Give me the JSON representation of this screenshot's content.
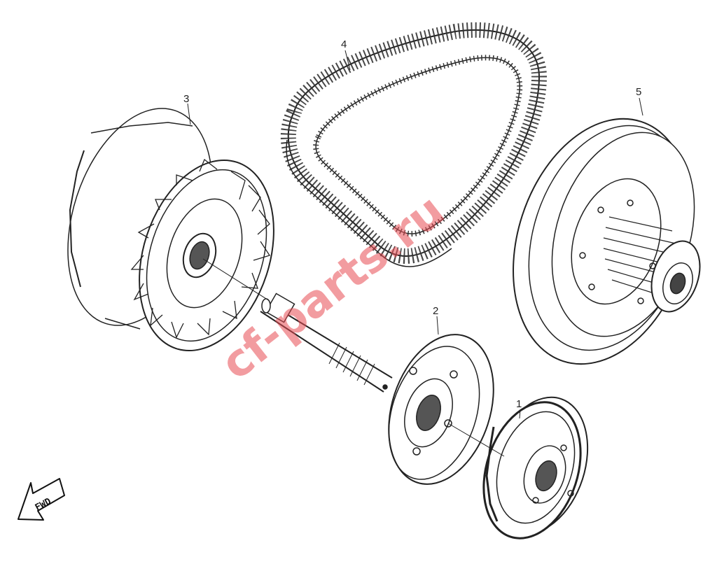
{
  "callouts": [
    {
      "number": "1",
      "part": "clutch-shoe-assembly"
    },
    {
      "number": "2",
      "part": "clutch-drum-with-shaft"
    },
    {
      "number": "3",
      "part": "drive-pulley-fan"
    },
    {
      "number": "4",
      "part": "drive-belt"
    },
    {
      "number": "5",
      "part": "driven-pulley"
    }
  ],
  "direction_label": "FWD",
  "watermark": "cf-parts.ru",
  "colors": {
    "line": "#222222",
    "watermark": "#e84a52",
    "background": "#ffffff"
  }
}
